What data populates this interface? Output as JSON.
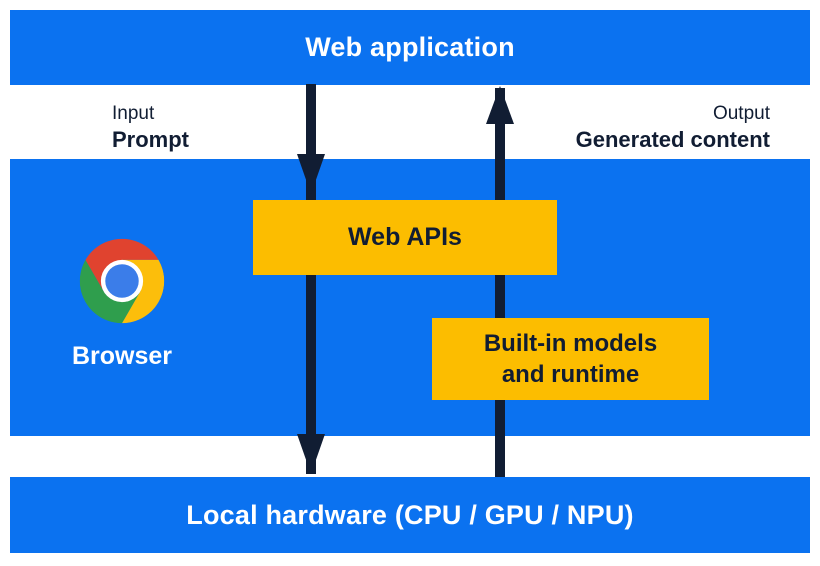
{
  "diagram": {
    "top_bar": {
      "label": "Web application"
    },
    "flow": {
      "input_caption": "Input",
      "input_label": "Prompt",
      "output_caption": "Output",
      "output_label": "Generated content",
      "arrows": [
        {
          "name": "prompt-down-arrow",
          "direction": "down",
          "from": "Web application",
          "to": "Local hardware (CPU / GPU / NPU)"
        },
        {
          "name": "generated-content-up-arrow",
          "direction": "up",
          "from": "Local hardware (CPU / GPU / NPU)",
          "to": "Web application"
        }
      ]
    },
    "browser_panel": {
      "browser_label": "Browser",
      "logo_icon": "chrome-logo-icon",
      "web_apis_label": "Web APIs",
      "builtin_label_line1": "Built-in models",
      "builtin_label_line2": "and runtime"
    },
    "bottom_bar": {
      "label": "Local hardware (CPU / GPU / NPU)"
    },
    "colors": {
      "panel_blue": "#0b72f0",
      "accent_yellow": "#fcbd00",
      "ink_navy": "#111d33",
      "text_white": "#ffffff",
      "chrome_red": "#e0432f",
      "chrome_yellow": "#fcbe0b",
      "chrome_green": "#2f9e4d",
      "chrome_blue": "#3b7de9"
    }
  }
}
